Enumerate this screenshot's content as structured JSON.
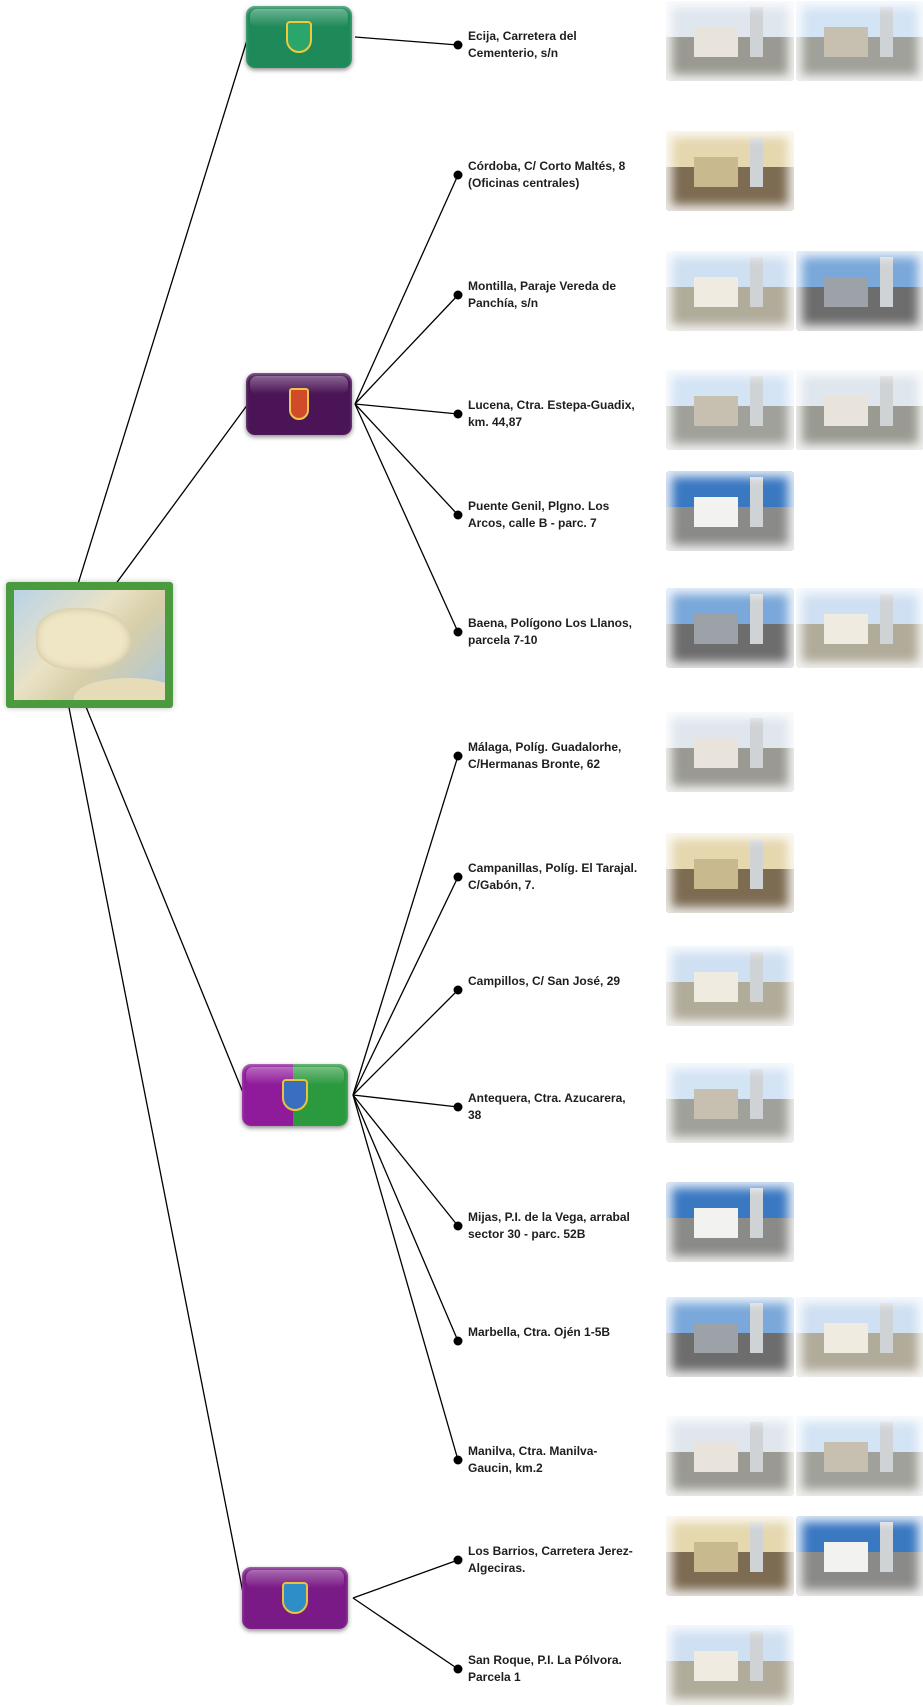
{
  "diagram": {
    "map": {
      "name": "spain-map"
    },
    "groups": [
      {
        "key": "ecija",
        "sites": [
          {
            "label": "Ecija, Carretera del\nCementerio, s/n",
            "photos": 2
          }
        ]
      },
      {
        "key": "cordoba",
        "sites": [
          {
            "label": "Córdoba, C/ Corto Maltés, 8\n(Oficinas centrales)",
            "photos": 1
          },
          {
            "label": "Montilla, Paraje Vereda de\nPanchía, s/n",
            "photos": 2
          },
          {
            "label": "Lucena, Ctra. Estepa-Guadix,\nkm. 44,87",
            "photos": 2
          },
          {
            "label": "Puente Genil, Plgno. Los\nArcos, calle B - parc. 7",
            "photos": 1
          },
          {
            "label": "Baena, Polígono Los Llanos,\nparcela 7-10",
            "photos": 2
          }
        ]
      },
      {
        "key": "malaga",
        "sites": [
          {
            "label": "Málaga, Políg. Guadalorhe,\nC/Hermanas Bronte, 62",
            "photos": 1
          },
          {
            "label": "Campanillas, Políg. El Tarajal.\nC/Gabón, 7.",
            "photos": 1
          },
          {
            "label": "Campillos, C/ San José, 29",
            "photos": 1
          },
          {
            "label": "Antequera, Ctra. Azucarera,\n38",
            "photos": 1
          },
          {
            "label": "Mijas, P.I. de la Vega, arrabal\nsector 30 - parc. 52B",
            "photos": 1
          },
          {
            "label": "Marbella, Ctra. Ojén 1-5B",
            "photos": 2
          },
          {
            "label": "Manilva, Ctra. Manilva-\nGaucin, km.2",
            "photos": 2
          }
        ]
      },
      {
        "key": "cadiz",
        "sites": [
          {
            "label": "Los Barrios, Carretera Jerez-\nAlgeciras.",
            "photos": 2
          },
          {
            "label": "San Roque, P.I. La Pólvora.\nParcela 1",
            "photos": 1
          }
        ]
      }
    ],
    "colors": {
      "line": "#000000",
      "ecija": "#1e8a5a",
      "cordoba": "#4a1456",
      "malaga_left": "#8f1a9a",
      "malaga_right": "#2b9a3f",
      "cadiz": "#7a1a86",
      "map_frame": "#4a9b3e"
    }
  }
}
